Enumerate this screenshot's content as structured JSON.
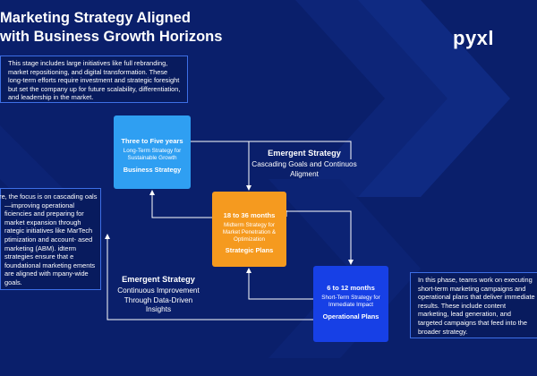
{
  "title": {
    "line1": "Marketing Strategy Aligned",
    "line2": "with Business Growth Horizons"
  },
  "logo": {
    "text": "pyxl"
  },
  "notes": {
    "top": "This stage includes large initiatives like full rebranding, market repositioning, and digital transformation. These long-term efforts require investment and strategic foresight but set the company up for future scalability, differentiation, and leadership in the market.",
    "left": "ere, the focus is on cascading oals—improving operational ficiencies and preparing for market expansion through rategic initiatives like MarTech ptimization and account- ased marketing (ABM). idterm strategies ensure that e foundational marketing ements are aligned with mpany-wide goals.",
    "right": "In this phase, teams work on executing short-term marketing campaigns and operational plans that deliver immediate results. These include content marketing, lead generation, and targeted campaigns that feed into the broader strategy."
  },
  "boxes": {
    "long_term": {
      "period": "Three to Five years",
      "description": "Long-Term Strategy for Sustainable Growth",
      "name": "Business Strategy"
    },
    "mid_term": {
      "period": "18 to 36 months",
      "description": "Midterm Strategy for Market Penetration & Optimization",
      "name": "Strategic Plans"
    },
    "short_term": {
      "period": "6 to 12 months",
      "description": "Short-Term Strategy for Immediate Impact",
      "name": "Operational Plans"
    }
  },
  "labels": {
    "emergent_top": {
      "heading": "Emergent Strategy",
      "body": "Cascading Goals and Continuos Aligment"
    },
    "emergent_bottom": {
      "heading": "Emergent Strategy",
      "body": "Continuous Improvement Through Data-Driven Insights"
    }
  },
  "colors": {
    "background": "#0a1f6b",
    "accent_light_blue": "#2f9ff2",
    "accent_orange": "#f59a1f",
    "accent_blue": "#1740e6",
    "note_border": "#3d6fe6"
  }
}
